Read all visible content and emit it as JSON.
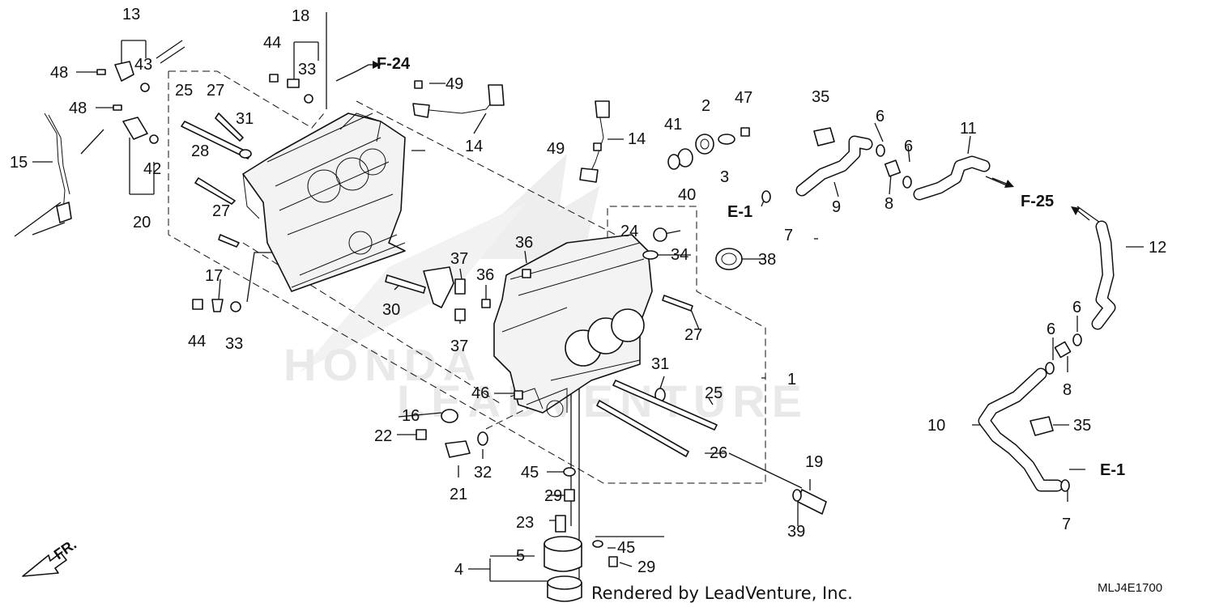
{
  "title_refs": {
    "f24": "F-24",
    "f25": "F-25",
    "e1_left": "E-1",
    "e1_right": "E-1"
  },
  "direction_label": "FR.",
  "watermark": {
    "honda": "HONDA",
    "leadventure": "LEADVENTURE"
  },
  "footer": {
    "rendered_by": "Rendered by LeadVenture, Inc.",
    "diagram_code": "MLJ4E1700"
  },
  "callouts": {
    "c1": "1",
    "c2": "2",
    "c3": "3",
    "c4": "4",
    "c5": "5",
    "c6a": "6",
    "c6b": "6",
    "c6c": "6",
    "c6d": "6",
    "c7a": "7",
    "c7b": "7",
    "c8a": "8",
    "c8b": "8",
    "c9": "9",
    "c10": "10",
    "c11": "11",
    "c12": "12",
    "c13": "13",
    "c14a": "14",
    "c14b": "14",
    "c15": "15",
    "c16": "16",
    "c17": "17",
    "c18": "18",
    "c19": "19",
    "c20": "20",
    "c21": "21",
    "c22": "22",
    "c23": "23",
    "c24": "24",
    "c25a": "25",
    "c25b": "25",
    "c26": "26",
    "c27a": "27",
    "c27b": "27",
    "c27c": "27",
    "c28": "28",
    "c29a": "29",
    "c29b": "29",
    "c30": "30",
    "c31a": "31",
    "c31b": "31",
    "c32": "32",
    "c33a": "33",
    "c33b": "33",
    "c34": "34",
    "c35a": "35",
    "c35b": "35",
    "c36a": "36",
    "c36b": "36",
    "c37a": "37",
    "c37b": "37",
    "c38": "38",
    "c39": "39",
    "c40": "40",
    "c41": "41",
    "c42": "42",
    "c43": "43",
    "c44a": "44",
    "c44b": "44",
    "c45a": "45",
    "c45b": "45",
    "c46": "46",
    "c47": "47",
    "c48a": "48",
    "c48b": "48",
    "c49a": "49",
    "c49b": "49"
  }
}
